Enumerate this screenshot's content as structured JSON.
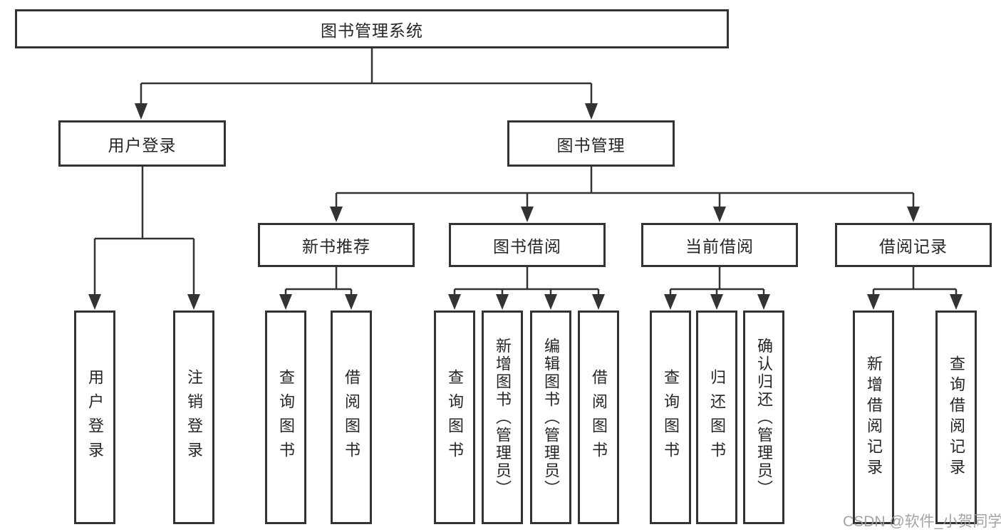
{
  "tree": {
    "root": {
      "label": "图书管理系统",
      "children": [
        {
          "label": "用户登录",
          "children": [
            {
              "label": "用户登录"
            },
            {
              "label": "注销登录"
            }
          ]
        },
        {
          "label": "图书管理",
          "children": [
            {
              "label": "新书推荐",
              "children": [
                {
                  "label": "查询图书"
                },
                {
                  "label": "借阅图书"
                }
              ]
            },
            {
              "label": "图书借阅",
              "children": [
                {
                  "label": "查询图书"
                },
                {
                  "label": "新增图书（管理员）"
                },
                {
                  "label": "编辑图书（管理员）"
                },
                {
                  "label": "借阅图书"
                }
              ]
            },
            {
              "label": "当前借阅",
              "children": [
                {
                  "label": "查询图书"
                },
                {
                  "label": "归还图书"
                },
                {
                  "label": "确认归还（管理员）"
                }
              ]
            },
            {
              "label": "借阅记录",
              "children": [
                {
                  "label": "新增借阅记录"
                },
                {
                  "label": "查询借阅记录"
                }
              ]
            }
          ]
        }
      ]
    }
  },
  "watermark": {
    "text": "CSDN @软件_小贺同学"
  },
  "colors": {
    "line": "#333333",
    "box_border": "#333333",
    "text": "#262626",
    "watermark": "#9b9b9b",
    "background": "#ffffff"
  }
}
